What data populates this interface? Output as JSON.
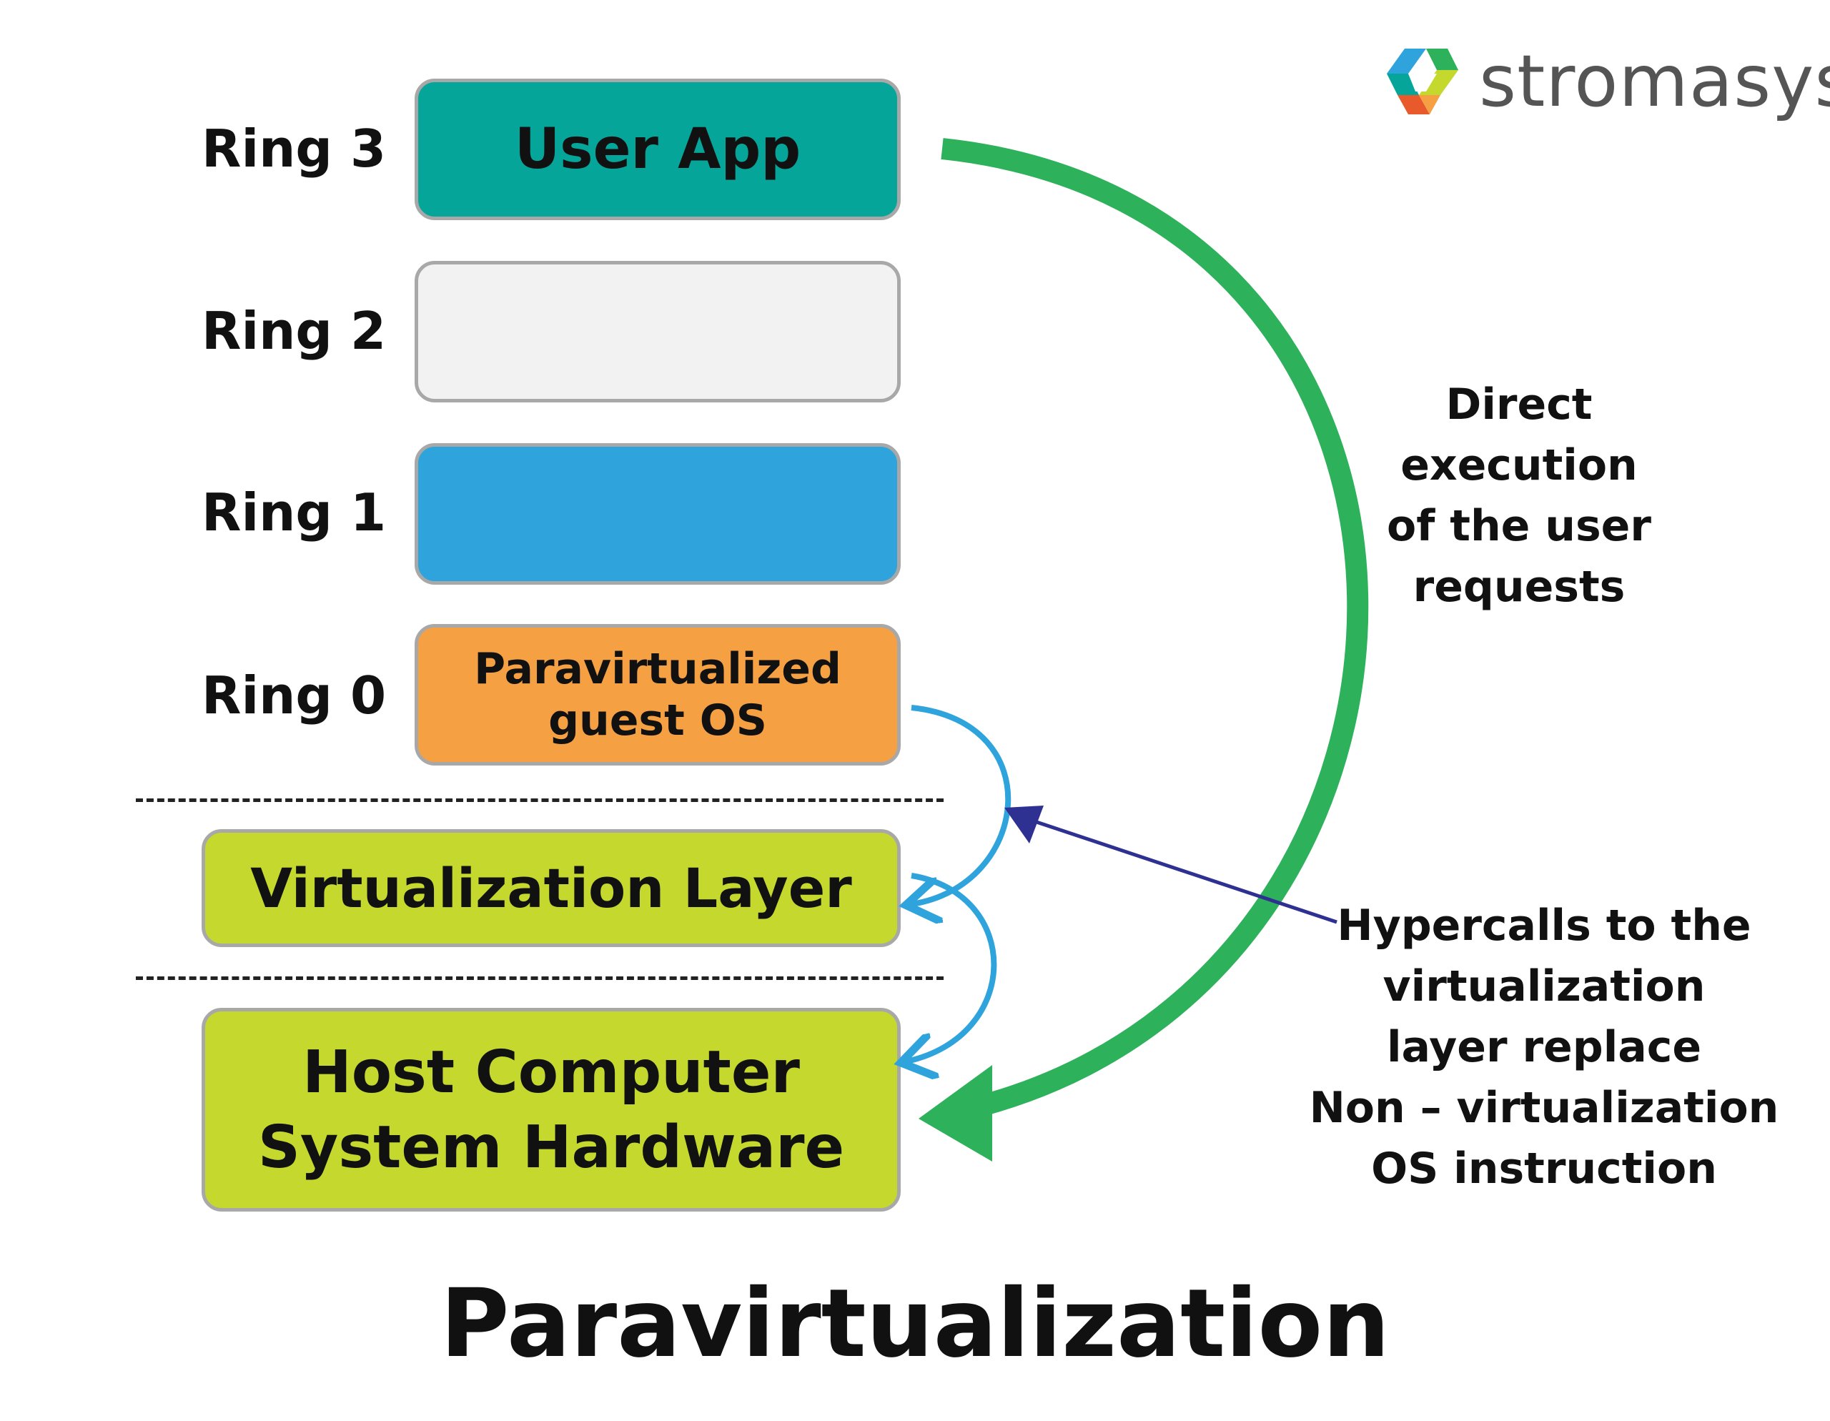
{
  "brand": {
    "name": "stromasys"
  },
  "rings": [
    {
      "label": "Ring 3",
      "box_text": "User App",
      "box_color": "#06a59a"
    },
    {
      "label": "Ring 2",
      "box_text": "",
      "box_color": "#f2f2f2"
    },
    {
      "label": "Ring 1",
      "box_text": "",
      "box_color": "#2ea3dc"
    },
    {
      "label": "Ring 0",
      "box_text": "Paravirtualized\nguest OS",
      "box_color": "#f6a044"
    }
  ],
  "layers": {
    "virtualization": {
      "text": "Virtualization Layer",
      "color": "#c5d82e"
    },
    "hardware": {
      "text": "Host Computer\nSystem Hardware",
      "color": "#c5d82e"
    }
  },
  "annotations": {
    "direct_execution": "Direct\nexecution\nof the user\nrequests",
    "hypercalls": "Hypercalls to the\nvirtualization\nlayer replace\nNon – virtualization\nOS instruction"
  },
  "colors": {
    "direct_arrow": "#2db15a",
    "hypercall_arrows": "#2ea3dc",
    "pointer_arrow": "#2e3192",
    "box_border": "#a8a8a8"
  },
  "title": "Paravirtualization"
}
